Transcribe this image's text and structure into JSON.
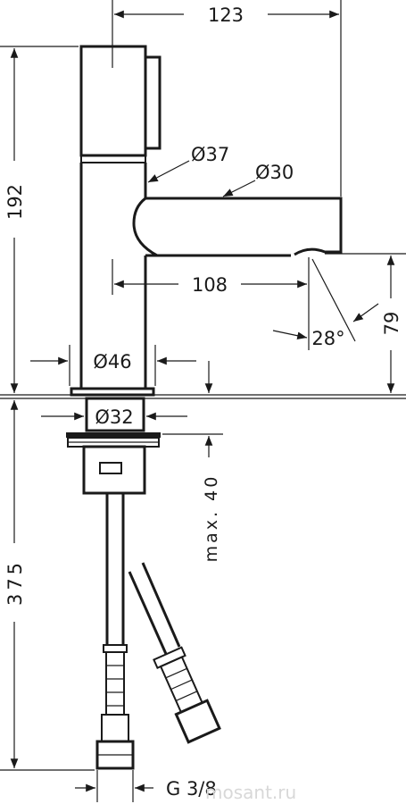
{
  "dimensions": {
    "width_top": "123",
    "height_upper": "192",
    "height_lower": "375",
    "diameter_body": "Ø37",
    "diameter_spout": "Ø30",
    "spout_reach": "108",
    "spout_angle": "28°",
    "spout_height": "79",
    "diameter_base": "Ø46",
    "diameter_shank": "Ø32",
    "max_thickness": "max. 40",
    "connection": "G 3/8"
  },
  "watermark": "mosant.ru"
}
